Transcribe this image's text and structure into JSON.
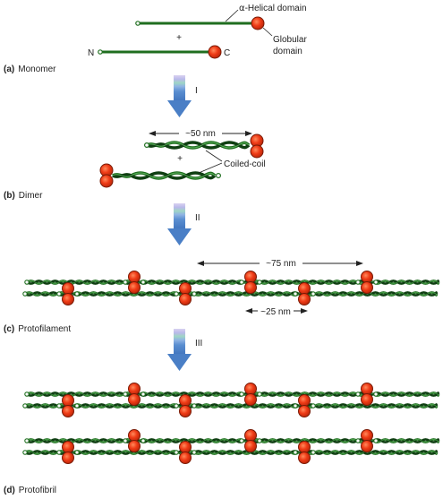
{
  "colors": {
    "rod": "#1f6e1f",
    "rod_dark": "#0f3f12",
    "rod_light": "#5fb35f",
    "globule": "#ef3b16",
    "globule_edge": "#7a1a05",
    "arrow_body": "#4a7fc6",
    "arrow_top_1": "#c9c3ea",
    "arrow_top_2": "#9fd6c4",
    "arrow_top_3": "#8fb3e3",
    "text": "#222222"
  },
  "monomer": {
    "helical_label_symbol": "α",
    "helical_label_text": "-Helical domain",
    "globular_label_line1": "Globular",
    "globular_label_line2": "domain",
    "n_label": "N",
    "c_label": "C",
    "plus": "+"
  },
  "dimer": {
    "length_label": "~50 nm",
    "coiled_coil_label": "Coiled-coil",
    "plus": "+"
  },
  "protofilament": {
    "length_label": "~75 nm",
    "overlap_label": "~25 nm"
  },
  "steps": [
    {
      "roman": "I"
    },
    {
      "roman": "II"
    },
    {
      "roman": "III"
    }
  ],
  "panels": [
    {
      "letter": "(a)",
      "title": "Monomer"
    },
    {
      "letter": "(b)",
      "title": "Dimer"
    },
    {
      "letter": "(c)",
      "title": "Protofilament"
    },
    {
      "letter": "(d)",
      "title": "Protofibril"
    }
  ]
}
